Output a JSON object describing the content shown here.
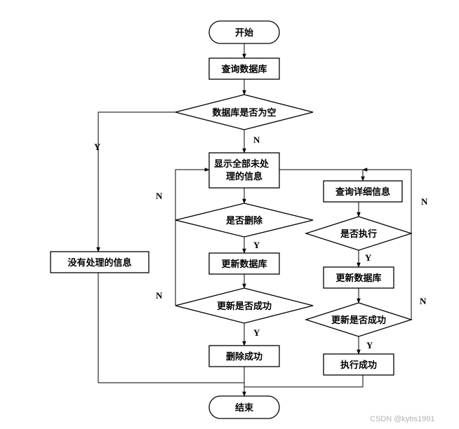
{
  "diagram": {
    "start": "开始",
    "query_db": "查询数据库",
    "db_empty_check": "数据库是否为空",
    "show_all_line1": "显示全部未处",
    "show_all_line2": "理的信息",
    "no_unprocessed": "没有处理的信息",
    "delete_check": "是否删除",
    "update_db_left": "更新数据库",
    "update_success_left": "更新是否成功",
    "delete_success": "删除成功",
    "query_details": "查询详细信息",
    "execute_check": "是否执行",
    "update_db_right": "更新数据库",
    "update_success_right": "更新是否成功",
    "execute_success": "执行成功",
    "end": "结束"
  },
  "labels": {
    "yes_db_empty": "Y",
    "no_db_empty": "N",
    "no_delete": "N",
    "yes_delete": "Y",
    "no_update_left": "N",
    "yes_update_left": "Y",
    "no_execute": "N",
    "yes_execute": "Y",
    "no_update_right": "N",
    "yes_update_right": "Y"
  },
  "watermark": "CSDN @kybs1991",
  "colors": {
    "stroke": "#000000",
    "fill": "#ffffff",
    "text": "#000000",
    "watermark": "#b3b3b3"
  }
}
